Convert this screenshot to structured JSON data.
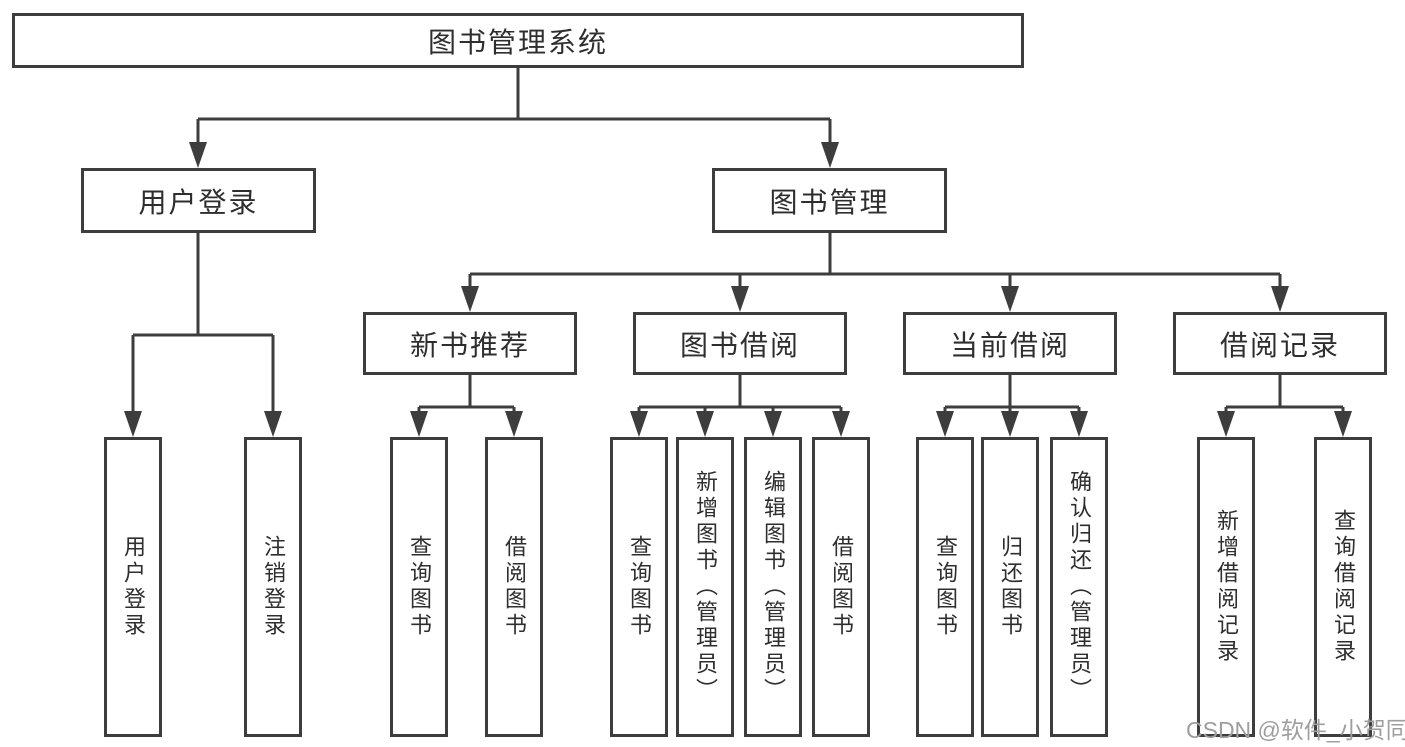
{
  "tree": {
    "root": {
      "label": "图书管理系统",
      "children": [
        {
          "label": "用户登录",
          "children": [
            {
              "label": "用户登录"
            },
            {
              "label": "注销登录"
            }
          ]
        },
        {
          "label": "图书管理",
          "children": [
            {
              "label": "新书推荐",
              "children": [
                {
                  "label": "查询图书"
                },
                {
                  "label": "借阅图书"
                }
              ]
            },
            {
              "label": "图书借阅",
              "children": [
                {
                  "label": "查询图书"
                },
                {
                  "label": "新增图书（管理员）"
                },
                {
                  "label": "编辑图书（管理员）"
                },
                {
                  "label": "借阅图书"
                }
              ]
            },
            {
              "label": "当前借阅",
              "children": [
                {
                  "label": "查询图书"
                },
                {
                  "label": "归还图书"
                },
                {
                  "label": "确认归还（管理员）"
                }
              ]
            },
            {
              "label": "借阅记录",
              "children": [
                {
                  "label": "新增借阅记录"
                },
                {
                  "label": "查询借阅记录"
                }
              ]
            }
          ]
        }
      ]
    }
  },
  "watermark": {
    "text": "CSDN @软件_小贺同学"
  },
  "colors": {
    "line": "#3d3d3d",
    "box_border": "#3d3d3d",
    "text": "#2e2e2e",
    "watermark": "#9e9e9e",
    "background": "#ffffff"
  }
}
